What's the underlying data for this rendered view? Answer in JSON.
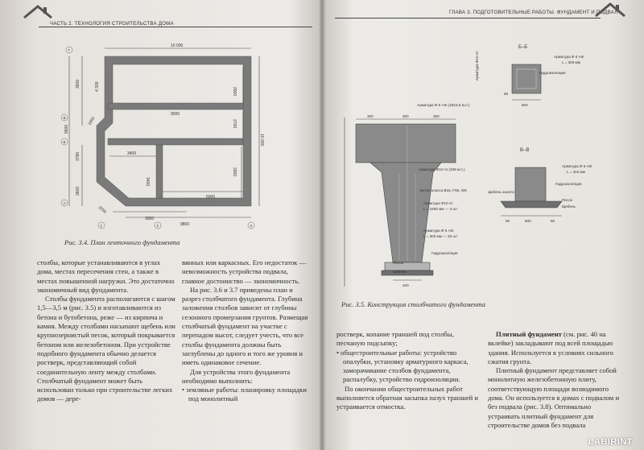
{
  "left_page": {
    "running_head": "ЧАСТЬ 2. ТЕХНОЛОГИЯ СТРОИТЕЛЬСТВА ДОМА",
    "figure": {
      "caption": "Рис. 3.4. План ленточного фундамента",
      "dims": {
        "top": "10 000",
        "right": "10 000",
        "inner_middle": "9000",
        "left_top": "3600",
        "left_upper_inner": "4 300",
        "left_mid": "9600",
        "left_mid2": "3780",
        "left_bottom": "3600",
        "left_small": "1950",
        "room1_h": "2900",
        "room2_h": "2700",
        "room3_h": "2900",
        "mid_left": "3400",
        "mid_left_v": "3400",
        "bottom_inner": "5000",
        "bottom_a": "3900",
        "bottom_b": "9800",
        "diag": "3250"
      },
      "axis_marks": [
        "Г",
        "В",
        "Б",
        "А",
        "1",
        "2",
        "3"
      ]
    },
    "col1": [
      "столбы, которые устанавливаются в углах дома, местах пересечения стен, а также в местах повышенной нагрузки. Это достаточно экономичный вид фундамента.",
      "Столбы фундамента располагаются с шагом 1,5—3,5 м (рис. 3.5) и изготавливаются из бетона и бутобетона, реже — из кирпича и камня. Между столбами насыпают щебень или крупнозернистый песок, который покрывается бетоном или железобетоном. При устройстве подобного фундамента обычно делается ростверк, представляющий собой соединительную ленту между столбами. Столбчатый фундамент может быть использован только при строительстве легких домов — дере-"
    ],
    "col2_first": "вянных или каркасных. Его недостаток — невозможность устройства подвала, главное достоинство — экономичность.",
    "col2_paras": [
      "На рис. 3.6 и 3.7 приведены план и разрез столбчатого фундамента. Глубина заложения столбов зависит от глубины сезонного промерзания грунтов. Размещая столбчатый фундамент на участке с перепадом высот, следует учесть, что все столбы фундамента должны быть заглублены до одного и того же уровня и иметь одинаковое сечение.",
      "Для устройства этого фундамента необходимо выполнить:"
    ],
    "col2_bullet": "земляные работы: планировку площадки под монолитный"
  },
  "right_page": {
    "running_head": "ГЛАВА 3. ПОДГОТОВИТЕЛЬНЫЕ РАБОТЫ. ФУНДАМЕНТ И ПОДВАЛ",
    "figure": {
      "caption": "Рис. 3.5. Конструкция столбчатого фундамента",
      "section_bb": "Б–Б",
      "section_vv": "В–В",
      "labels": {
        "armatura_10": "Арматура Ф10 AI",
        "armatura_6_top": "Арматура Ф 6 AIII",
        "l300": "L = 300 мм",
        "gidro": "Гидроизоляция",
        "armatura_6_long": "Арматура Ф 6 AIII (2815,6 м.п.)",
        "armatura_10_mid": "Арматура Ф10 AI (339 м.п.)",
        "beton": "Бетон класса В15, F55, W6",
        "arm10_b": "Арматура Ф10 AI",
        "l1600": "L = 1600 мм — 4 шт",
        "arm6_b": "Арматура Ф 6 AIII",
        "l300_20": "L = 300 мм — 20 шт",
        "gidro2": "Гидроизоляция",
        "pesok": "Песок",
        "shheben": "Щебень",
        "arm6_vv": "Арматура Ф 6 AIII",
        "l310": "L = 310 мм",
        "shheben_vv": "Щебень залита",
        "gidro_vv": "Гидроизоляция",
        "pesok_vv": "Песок",
        "shheben_vv2": "Щебень"
      },
      "dims": {
        "d300a": "300",
        "d300b": "300",
        "d300c": "300",
        "d400": "400",
        "d500": "500",
        "d600": "600",
        "d50a": "50",
        "d50b": "50",
        "d50c": "50"
      }
    },
    "col1": [
      "ростверк, копание траншей под столбы, песчаную подсыпку;"
    ],
    "col1_bullet": "общестроительные работы: устройство опалубки, установку арматурного каркаса, заморачивание столбов фундамента, распалубку, устройство гидроизоляции.",
    "col1_paras": [
      "По окончании общестроительных работ выполняется обратная засыпка пазух траншей и устраивается отмостка."
    ],
    "col2_title": "Плитный фундамент",
    "col2_first_rest": " (см. рис. 40 на вклейке) закладывают под всей площадью здания. Используется в условиях сильного сжатия грунта.",
    "col2_paras": [
      "Плитный фундамент представляет собой монолитную железобетонную плиту, соответствующую площади возводимого дома. Он используется в домах с подвалом и без подвала (рис. 3.8). Оптимально устраивать плитный фундамент для строительстве домов без подвала"
    ]
  },
  "watermark": "LABIRINT"
}
